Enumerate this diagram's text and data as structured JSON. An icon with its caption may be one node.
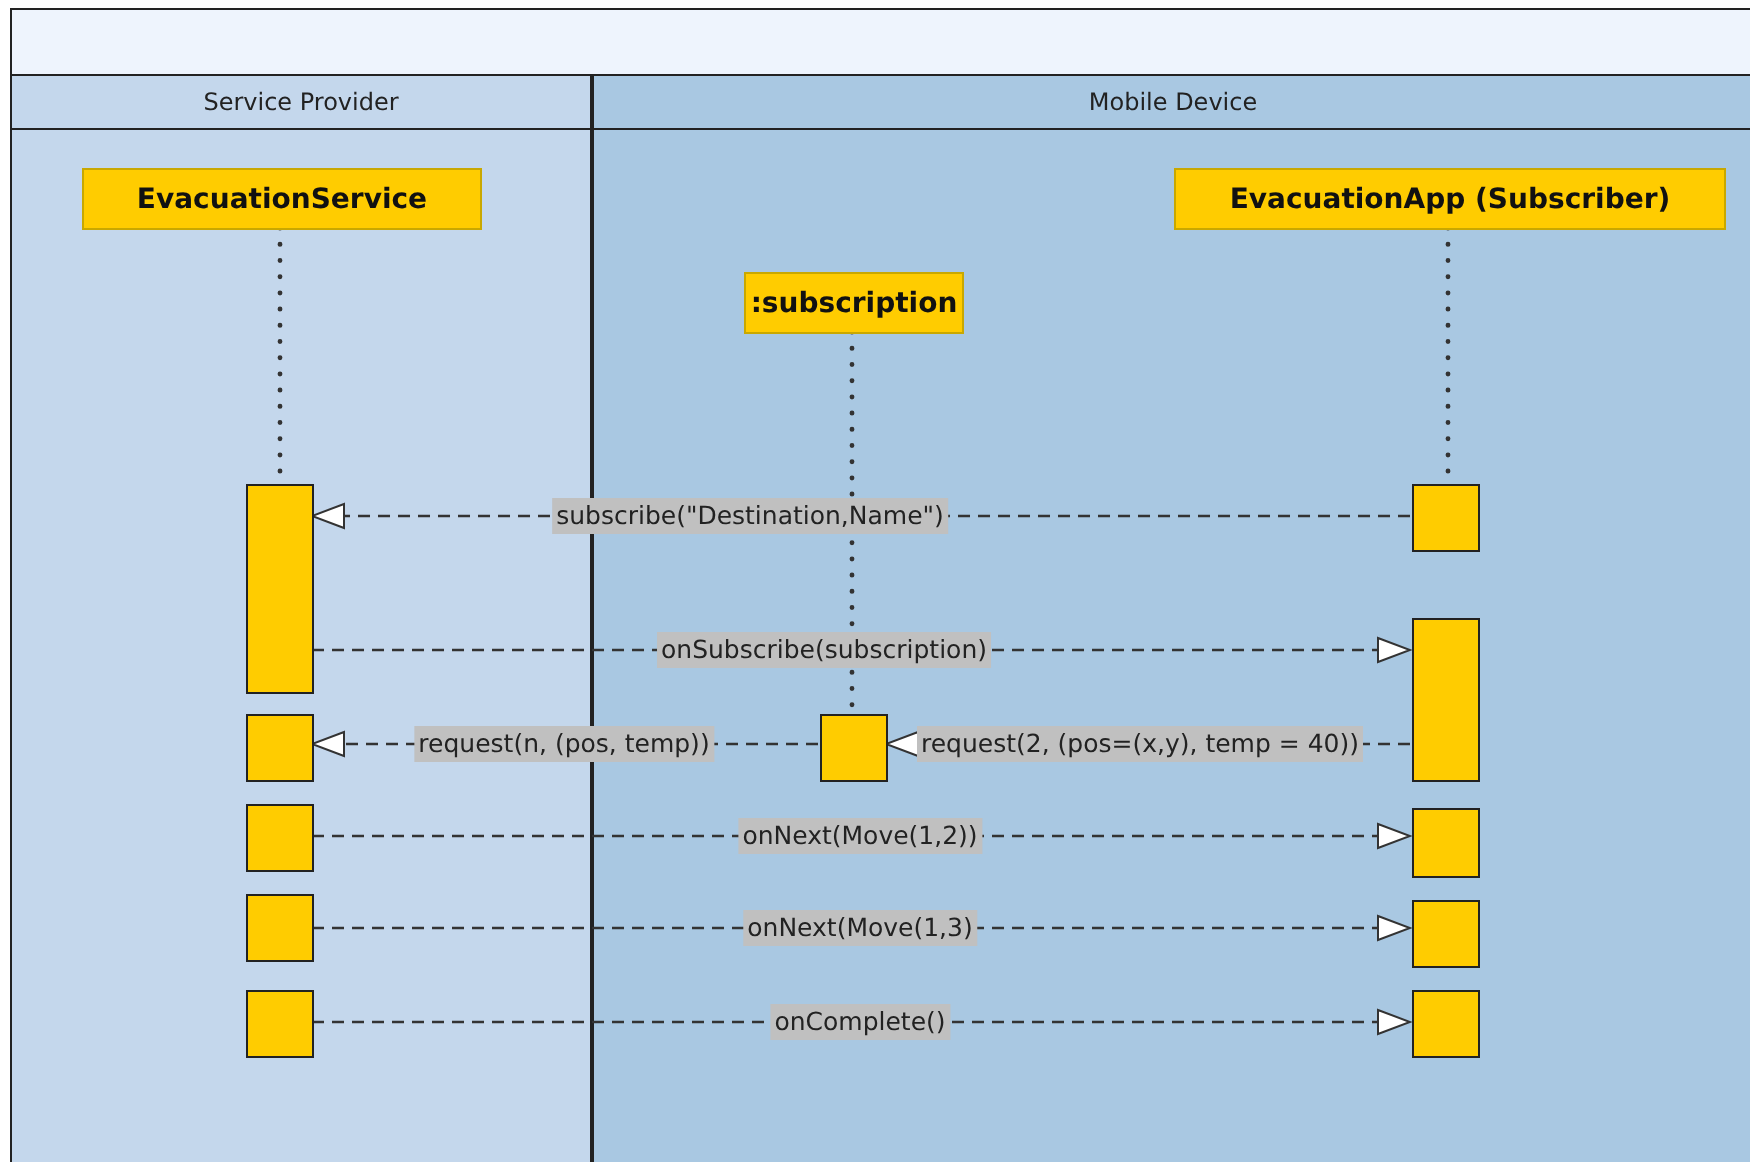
{
  "diagram": {
    "nodes": [
      {
        "text": [
          "Service Provider"
        ]
      },
      {
        "text": [
          "Mobile Device"
        ]
      },
      {
        "text": [
          "EvacuationService"
        ],
        "in": 0
      },
      {
        "text": [
          ":subscription"
        ],
        "in": 1
      },
      {
        "text": [
          "EvacuationApp (Subscriber)"
        ],
        "in": 1
      },
      {
        "text": [],
        "shape": "bar",
        "in": 0
      },
      {
        "text": [],
        "shape": "bar",
        "in": 0
      },
      {
        "text": [],
        "shape": "bar",
        "in": 0
      },
      {
        "text": [],
        "shape": "bar",
        "in": 0
      },
      {
        "text": [],
        "shape": "bar",
        "in": 0
      },
      {
        "text": [],
        "shape": "bar",
        "in": 1
      },
      {
        "text": [],
        "shape": "bar",
        "in": 1
      },
      {
        "text": [],
        "shape": "bar",
        "in": 1
      },
      {
        "text": [],
        "shape": "bar",
        "in": 1
      },
      {
        "text": [],
        "shape": "bar",
        "in": 1
      },
      {
        "text": [],
        "shape": "bar",
        "in": 1
      }
    ],
    "edges": [
      {
        "from": 2,
        "to": 5,
        "arrow": "none",
        "style": "dashed"
      },
      {
        "from": 3,
        "to": 10,
        "arrow": "none",
        "style": "dashed"
      },
      {
        "from": 4,
        "to": 11,
        "arrow": "none",
        "style": "dashed"
      },
      {
        "from": 11,
        "to": 5,
        "arrow": "to",
        "style": "dashed",
        "label": "subscribe(\"Destination,Name\")"
      },
      {
        "from": 5,
        "to": 12,
        "arrow": "to",
        "style": "dashed",
        "label": "onSubscribe(subscription)"
      },
      {
        "from": 12,
        "to": 10,
        "arrow": "to",
        "style": "dashed",
        "label": "request(2, (pos=(x,y), temp = 40))"
      },
      {
        "from": 10,
        "to": 6,
        "arrow": "to",
        "style": "dashed",
        "label": "request(n, (pos, temp))"
      },
      {
        "from": 7,
        "to": 13,
        "arrow": "to",
        "style": "dashed",
        "label": "onNext(Move(1,2))"
      },
      {
        "from": 8,
        "to": 14,
        "arrow": "to",
        "style": "dashed",
        "label": "onNext(Move(1,3)"
      },
      {
        "from": 9,
        "to": 15,
        "arrow": "to",
        "style": "dashed",
        "label": "onComplete()"
      }
    ]
  }
}
